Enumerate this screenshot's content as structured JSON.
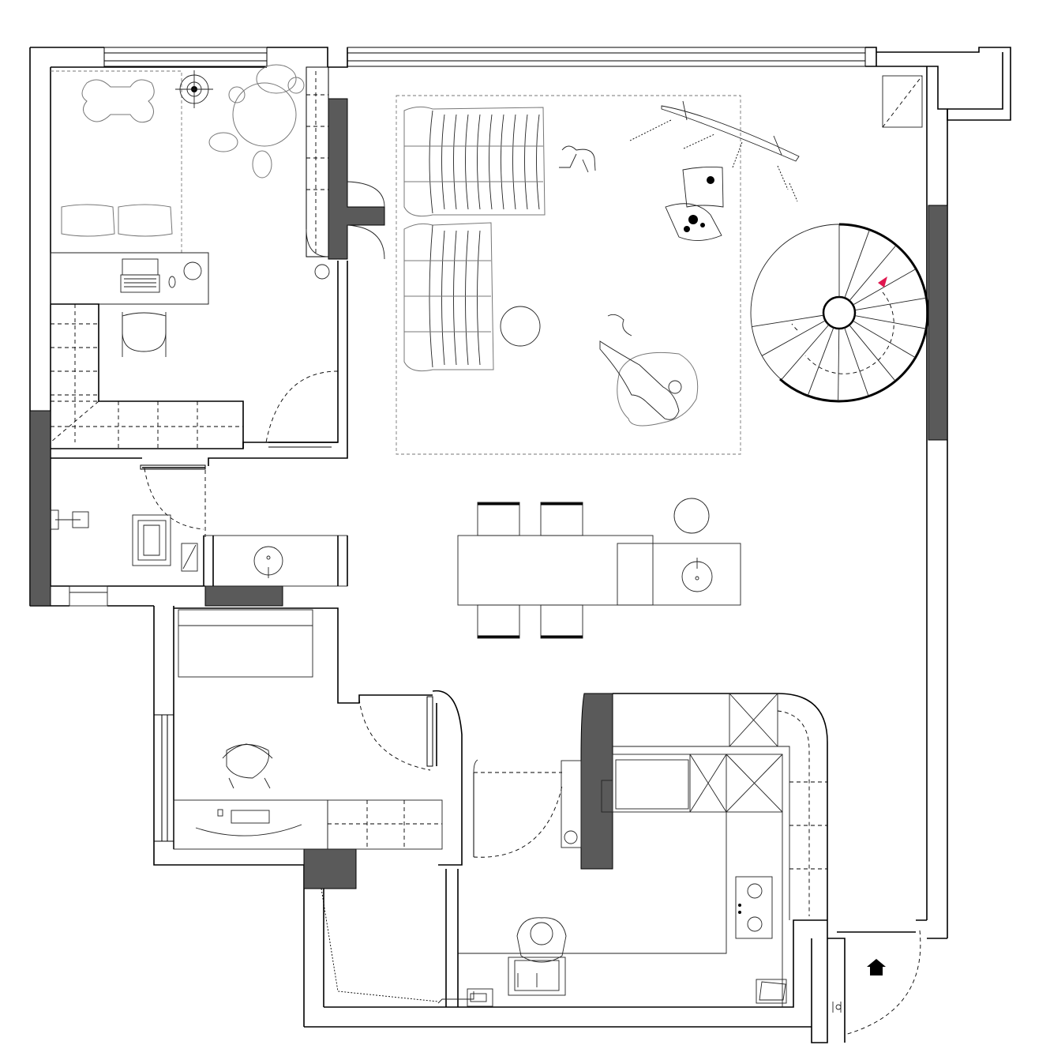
{
  "plan": {
    "kind": "floor-plan",
    "style": "black-line architectural drawing",
    "colors": {
      "wall_line": "#000000",
      "solid_wall_fill": "#5a5a5a",
      "furniture_line": "#777777",
      "stair_direction_arrow": "#e0174f",
      "background": "#ffffff"
    },
    "icons": {
      "entrance": "house-icon",
      "stair_direction": "arrow-up-icon"
    },
    "stair": {
      "type": "spiral",
      "treads": 13
    },
    "dining": {
      "chairs": 4
    }
  }
}
